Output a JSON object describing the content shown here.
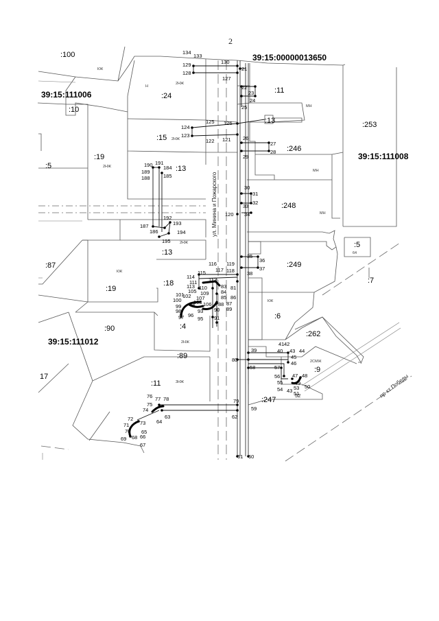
{
  "page_number": "2",
  "street_labels": {
    "minina": "ул. Минина и Пожарского",
    "pobedy": "пр-кт Победы"
  },
  "cadastral": [
    "39:15:00000013650",
    "39:15:111006",
    "39:15:111008",
    "39:15:111012"
  ],
  "parcels": [
    ":100",
    ":24",
    ":11",
    ":10",
    ":253",
    ":15",
    ":246",
    ":19",
    ":13",
    ":5",
    ":248",
    ":87",
    ":13",
    ":249",
    ":18",
    ":19",
    ":7",
    ":6",
    ":90",
    ":4",
    ":262",
    ":89",
    "17",
    ":9",
    ":11",
    ":247",
    ":5",
    ":13"
  ],
  "small_labels": [
    "КЖ",
    "2НЖ",
    "МН",
    "Н",
    "2НЖ",
    "МН",
    "2НЖ",
    "КЖ",
    "МН",
    "2НЖ",
    "3НЖ",
    "2НЖ",
    "КЖ",
    "2СМЖ",
    "64"
  ],
  "points": [
    "134",
    "133",
    "130",
    "129",
    "128",
    "127",
    "21",
    "22",
    "23",
    "24",
    "25",
    "124",
    "125",
    "126",
    "123",
    "122",
    "121",
    "26",
    "27",
    "28",
    "29",
    "190",
    "191",
    "189",
    "184",
    "188",
    "185",
    "30",
    "31",
    "32",
    "33",
    "34",
    "120",
    "187",
    "192",
    "193",
    "186",
    "194",
    "195",
    "35",
    "36",
    "37",
    "38",
    "116",
    "115",
    "117",
    "119",
    "114",
    "118",
    "111",
    "112",
    "113",
    "110",
    "105",
    "109",
    "83",
    "84",
    "85",
    "81",
    "101",
    "102",
    "107",
    "86",
    "87",
    "100",
    "106",
    "88",
    "89",
    "99",
    "98",
    "94",
    "103",
    "90",
    "97",
    "96",
    "93",
    "95",
    "91",
    "39",
    "40",
    "41",
    "42",
    "43",
    "44",
    "45",
    "46",
    "80",
    "58",
    "57",
    "56",
    "47",
    "48",
    "55",
    "49",
    "53",
    "50",
    "54",
    "43",
    "51",
    "52",
    "76",
    "77",
    "78",
    "75",
    "74",
    "73",
    "72",
    "71",
    "70",
    "68",
    "66",
    "65",
    "69",
    "67",
    "64",
    "63",
    "79",
    "59",
    "62",
    "61",
    "60"
  ]
}
